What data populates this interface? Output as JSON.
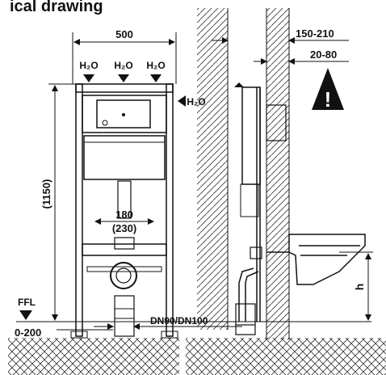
{
  "title": "ical drawing",
  "water_labels": [
    "H₂O",
    "H₂O",
    "H₂O",
    "H₂O"
  ],
  "dimensions": {
    "frame_width": "500",
    "wall_gap": "150-210",
    "offset": "20-80",
    "frame_height": "(1150)",
    "pipe_spacing": "180",
    "pipe_spacing_alt": "(230)",
    "floor_level": "FFL",
    "floor_range": "0-200",
    "drain": "DN90/DN100",
    "height": "h"
  },
  "warning_symbol": "!",
  "colors": {
    "ink": "#111111",
    "hatch": "#555555",
    "paper": "#ffffff"
  }
}
